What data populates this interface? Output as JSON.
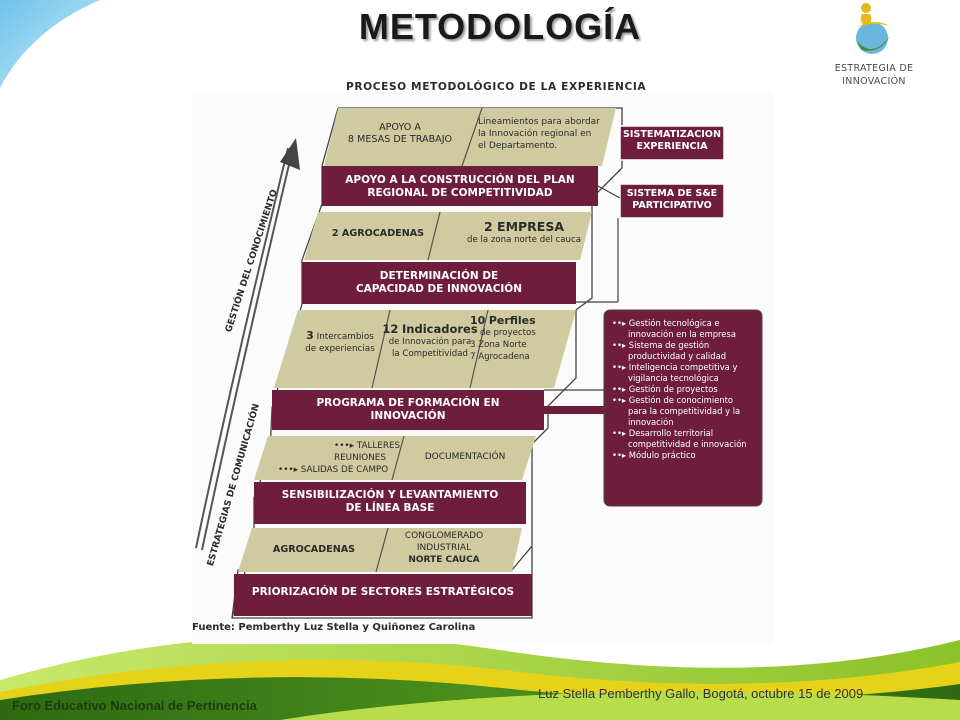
{
  "slide": {
    "title": "METODOLOGÍA",
    "logo_caption_line1": "ESTRATEGIA DE",
    "logo_caption_line2": "INNOVACIÓN",
    "footer_left": "Foro Educativo Nacional de Pertinencia",
    "footer_right": "Luz Stella Pemberthy Gallo, Bogotá, octubre 15 de 2009"
  },
  "diagram": {
    "title": "PROCESO METODOLÓGICO DE LA EXPERIENCIA",
    "source_prefix": "Fuente:",
    "source_text": "Pemberthy Luz Stella y Quiñonez Carolina",
    "arrow_label_top": "GESTIÓN DEL CONOCIMIENTO",
    "arrow_label_bottom": "ESTRATEGIAS DE COMUNICACIÓN",
    "band1": {
      "left_l1": "APOYO A",
      "left_l2": "8 MESAS DE TRABAJO",
      "right_l1": "Lineamientos para abordar",
      "right_l2": "la Innovación regional en",
      "right_l3": "el Departamento."
    },
    "step1_l1": "APOYO A LA CONSTRUCCIÓN DEL PLAN",
    "step1_l2": "REGIONAL DE COMPETITIVIDAD",
    "band2": {
      "left": "2 AGROCADENAS",
      "right_l1": "2 EMPRESA",
      "right_l2": "de la zona norte del cauca"
    },
    "step2_l1": "DETERMINACIÓN DE",
    "step2_l2": "CAPACIDAD DE INNOVACIÓN",
    "band3": {
      "c1_num": "3",
      "c1_l1": "Intercambios",
      "c1_l2": "de experiencias",
      "c2_num": "12",
      "c2_l1": "Indicadores",
      "c2_l2": "de Innovación para",
      "c2_l3": "la Competitividad",
      "c3_num": "10",
      "c3_l1": "Perfiles",
      "c3_l2": "de proyectos",
      "c3_l3": "3 Zona Norte",
      "c3_l4": "7 Agrocadena"
    },
    "step3_l1": "PROGRAMA  DE FORMACIÓN EN",
    "step3_l2": "INNOVACIÓN",
    "band4": {
      "item1": "TALLERES",
      "item2": "REUNIONES",
      "item3": "SALIDAS DE CAMPO",
      "right": "DOCUMENTACIÓN"
    },
    "step4_l1": "SENSIBILIZACIÓN Y LEVANTAMIENTO",
    "step4_l2": "DE LÍNEA BASE",
    "band5": {
      "left": "AGROCADENAS",
      "right_l1": "CONGLOMERADO",
      "right_l2": "INDUSTRIAL",
      "right_l3": "NORTE CAUCA"
    },
    "step5": "PRIORIZACIÓN DE SECTORES ESTRATÉGICOS",
    "side1_l1": "SISTEMATIZACION",
    "side1_l2": "EXPERIENCIA",
    "side2_l1": "SISTEMA DE S&E",
    "side2_l2": "PARTICIPATIVO",
    "program_topics": [
      "Gestión tecnológica e",
      "innovación en la empresa",
      "Sistema de gestión",
      "productividad y calidad",
      "Inteligencia competitiva y",
      "vigilancia tecnológica",
      "Gestión de proyectos",
      "Gestión de conocimiento",
      "para la competitividad y la",
      "innovación",
      "Desarrollo territorial",
      "competitividad e innovación",
      "Módulo práctico"
    ]
  },
  "colors": {
    "maroon": "#6e1e3c",
    "khaki": "#cfcaa0",
    "green_dark": "#2f6e12",
    "green_light": "#9ccc2e",
    "yellow": "#e8d21a",
    "sky": "#8fd0ec"
  }
}
